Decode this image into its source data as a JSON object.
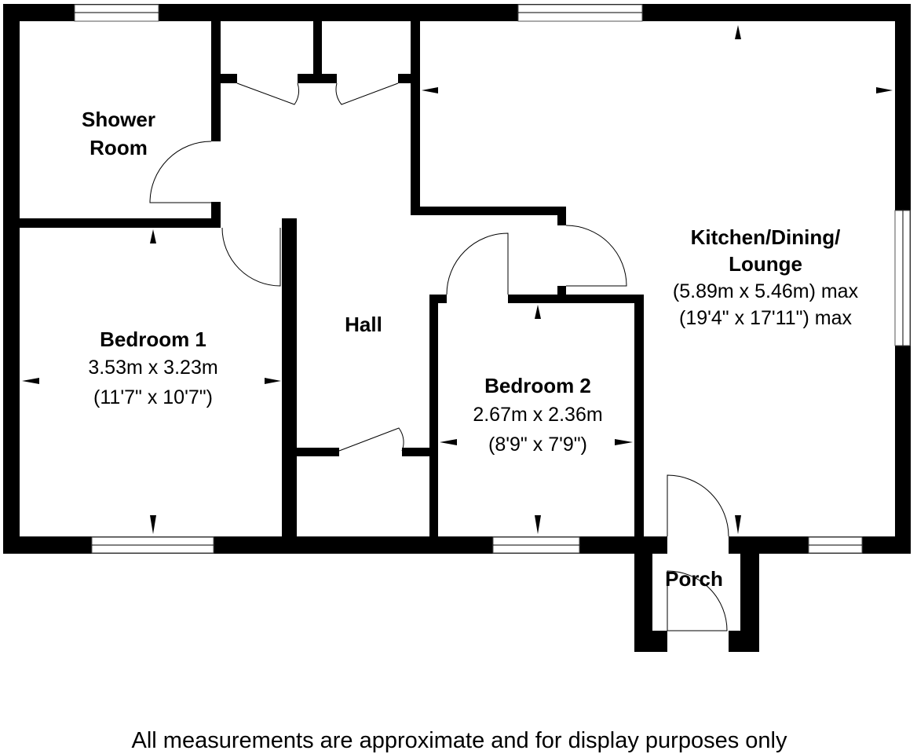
{
  "rooms": {
    "shower": {
      "line1": "Shower",
      "line2": "Room"
    },
    "bedroom1": {
      "name": "Bedroom 1",
      "metric": "3.53m x 3.23m",
      "imperial": "(11'7\" x 10'7\")"
    },
    "hall": {
      "name": "Hall"
    },
    "bedroom2": {
      "name": "Bedroom 2",
      "metric": "2.67m x 2.36m",
      "imperial": "(8'9\" x 7'9\")"
    },
    "kitchen": {
      "line1": "Kitchen/Dining/",
      "line2": "Lounge",
      "metric": "(5.89m x 5.46m) max",
      "imperial": "(19'4\" x 17'11\") max"
    },
    "porch": {
      "name": "Porch"
    }
  },
  "footer": "All measurements are approximate and for display purposes only"
}
